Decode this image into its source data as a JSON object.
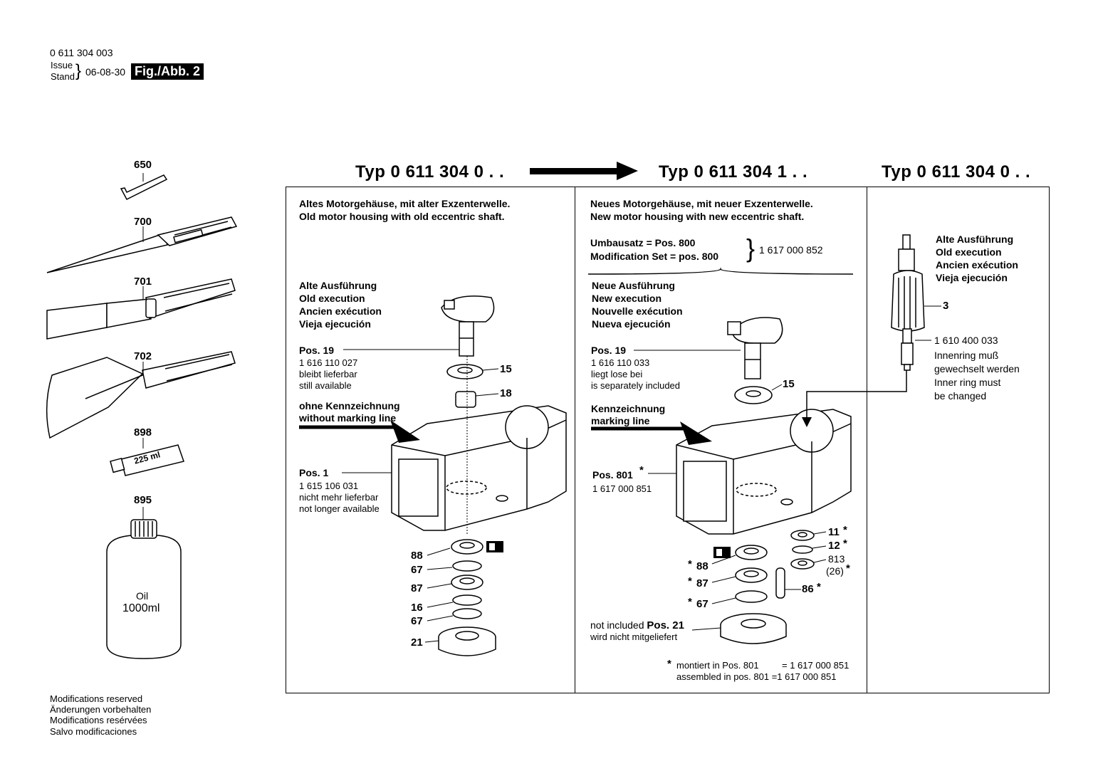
{
  "header": {
    "part_number": "0 611 304 003",
    "issue_label": "Issue",
    "stand_label": "Stand",
    "date": "06-08-30",
    "fig_label": "Fig./Abb. 2"
  },
  "footer_notes": [
    "Modifications reserved",
    "Änderungen vorbehalten",
    "Modifications resérvées",
    "Salvo modificaciones"
  ],
  "accessories": {
    "650": "650",
    "700": "700",
    "701": "701",
    "702": "702",
    "898": "898",
    "tube_text": "225 ml",
    "895": "895",
    "bottle_line1": "Oil",
    "bottle_line2": "1000ml"
  },
  "types": {
    "left": "Typ 0 611 304 0 . .",
    "middle": "Typ 0 611 304 1 . .",
    "right": "Typ 0 611 304 0 . ."
  },
  "panel_left": {
    "heading1": "Altes Motorgehäuse, mit alter Exzenterwelle.",
    "heading2": "Old motor housing with old eccentric shaft.",
    "exec": [
      "Alte Ausführung",
      "Old execution",
      "Ancien exécution",
      "Vieja ejecución"
    ],
    "pos19_label": "Pos. 19",
    "pos19_lines": [
      "1 616 110 027",
      "bleibt lieferbar",
      "still available"
    ],
    "marking": [
      "ohne Kennzeichnung",
      "without marking line"
    ],
    "pos1_label": "Pos. 1",
    "pos1_lines": [
      "1 615 106 031",
      "nicht mehr lieferbar",
      "not longer available"
    ],
    "n15": "15",
    "n18": "18",
    "n88": "88",
    "n67a": "67",
    "n87": "87",
    "n16": "16",
    "n67b": "67",
    "n21": "21"
  },
  "panel_middle": {
    "heading1": "Neues Motorgehäuse, mit neuer Exzenterwelle.",
    "heading2": "New motor housing with new eccentric shaft.",
    "umbau1": "Umbausatz = Pos. 800",
    "umbau2": "Modification Set = pos. 800",
    "umbau_number": "1 617 000 852",
    "exec": [
      "Neue Ausführung",
      "New execution",
      "Nouvelle exécution",
      "Nueva ejecución"
    ],
    "pos19_label": "Pos. 19",
    "pos19_lines": [
      "1 616 110 033",
      "liegt lose bei",
      "is separately included"
    ],
    "marking": [
      "Kennzeichnung",
      "marking line"
    ],
    "pos801_label": "Pos. 801",
    "pos801_number": "1 617 000 851",
    "n15": "15",
    "n11": "11",
    "n12": "12",
    "n813": "813",
    "n26": "(26)",
    "n88": "88",
    "n87": "87",
    "n86": "86",
    "n67": "67",
    "not_included1": "not included",
    "not_included_pos": "Pos. 21",
    "not_included2": "wird nicht mitgeliefert",
    "footnote1_a": "montiert in Pos. 801",
    "footnote1_b": "= 1 617 000 851",
    "footnote2": "assembled in pos. 801 =1 617 000 851",
    "star": "*"
  },
  "panel_right": {
    "exec": [
      "Alte Ausführung",
      "Old execution",
      "Ancien exécution",
      "Vieja ejecución"
    ],
    "n3": "3",
    "ring_number": "1 610 400 033",
    "ring_lines": [
      "Innenring muß",
      "gewechselt werden",
      "Inner ring must",
      "be changed"
    ]
  }
}
